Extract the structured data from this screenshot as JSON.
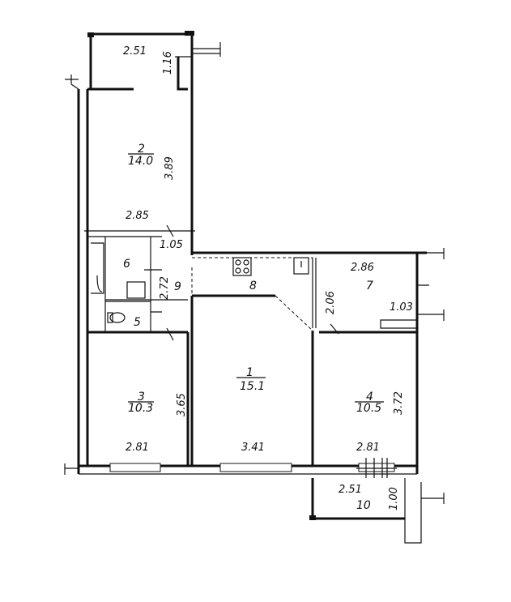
{
  "rooms": [
    {
      "id": "r1",
      "number": "1",
      "area": "15.1",
      "width": "3.41",
      "depth": ""
    },
    {
      "id": "r2",
      "number": "2",
      "area": "14.0",
      "width": "2.85",
      "depth": "3.89"
    },
    {
      "id": "r3",
      "number": "3",
      "area": "10.3",
      "width": "2.81",
      "depth": "3.65"
    },
    {
      "id": "r4",
      "number": "4",
      "area": "10.5",
      "width": "2.81",
      "depth": "3.72"
    }
  ],
  "service_rooms": [
    {
      "id": "r5",
      "number": "5"
    },
    {
      "id": "r6",
      "number": "6"
    },
    {
      "id": "r7",
      "number": "7"
    },
    {
      "id": "r8",
      "number": "8"
    },
    {
      "id": "r9",
      "number": "9"
    },
    {
      "id": "r10",
      "number": "10"
    }
  ],
  "dimensions": {
    "balcony_top_width": "2.51",
    "balcony_top_depth": "1.16",
    "corridor_width": "1.05",
    "corridor_depth": "2.72",
    "room7_width": "2.86",
    "room7_depth": "2.06",
    "room7_closet": "1.03",
    "balcony_bottom_width": "2.51",
    "balcony_bottom_depth": "1.00"
  }
}
